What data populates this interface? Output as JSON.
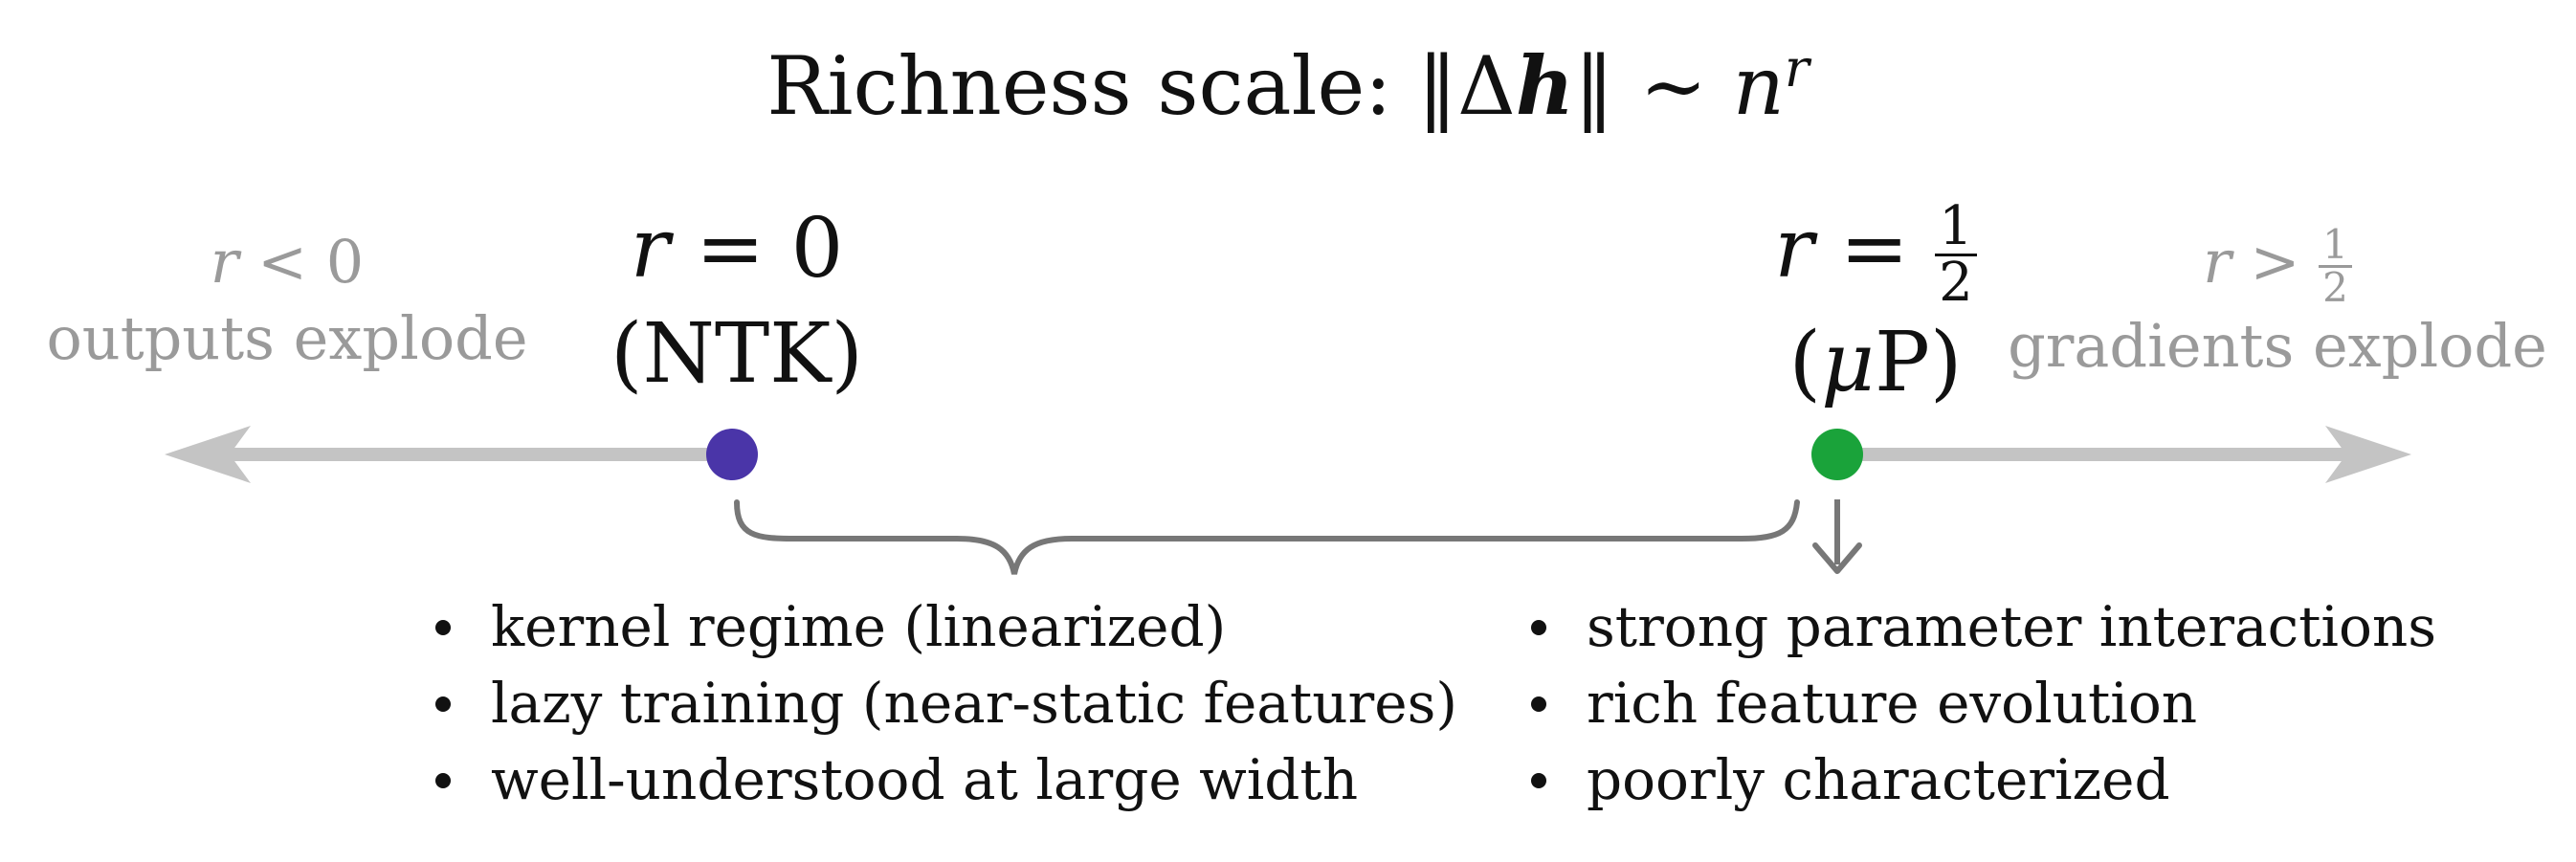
{
  "title": {
    "prefix": "Richness scale: ",
    "delta": "Δ",
    "h": "h",
    "sim": "∼",
    "n": "n",
    "r": "r"
  },
  "left_region": {
    "var": "r",
    "relation": "<",
    "value": "0",
    "description": "outputs explode"
  },
  "right_region": {
    "var": "r",
    "relation": ">",
    "frac_num": "1",
    "frac_den": "2",
    "description": "gradients explode"
  },
  "ntk_point": {
    "var": "r",
    "relation": "=",
    "value": "0",
    "open": "(",
    "name": "NTK",
    "close": ")",
    "color": "#4a35a8"
  },
  "mup_point": {
    "var": "r",
    "relation": "=",
    "frac_num": "1",
    "frac_den": "2",
    "open": "(",
    "mu": "μ",
    "name": "P",
    "close": ")",
    "color": "#1aa33a"
  },
  "colors": {
    "axis": "#c4c4c4",
    "gradient_start": "#4a35a8",
    "gradient_end": "#66a6a6",
    "brace": "#777777",
    "side_text": "#9a9a9a"
  },
  "ntk_bullets": [
    "kernel regime (linearized)",
    "lazy training (near-static features)",
    "well-understood at large width"
  ],
  "mup_bullets": [
    "strong parameter interactions",
    "rich feature evolution",
    "poorly characterized"
  ]
}
